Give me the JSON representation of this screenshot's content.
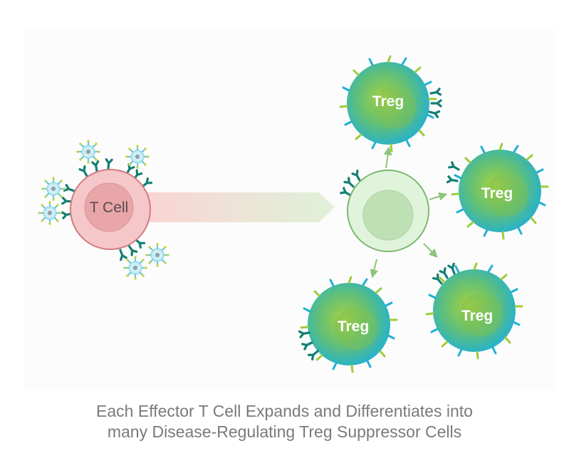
{
  "diagram": {
    "source_cell": {
      "label": "T Cell"
    },
    "treg_cells": [
      {
        "label": "Treg",
        "position": "top"
      },
      {
        "label": "Treg",
        "position": "right"
      },
      {
        "label": "Treg",
        "position": "bottom-right"
      },
      {
        "label": "Treg",
        "position": "bottom-left"
      }
    ]
  },
  "caption": {
    "line1": "Each Effector T Cell Expands and Differentiates into",
    "line2": "many Disease-Regulating Treg Suppressor Cells"
  },
  "colors": {
    "tcell_fill": "#f6c7c9",
    "tcell_stroke": "#d47b80",
    "tcell_nucleus": "#e8a6a9",
    "arrow_start": "#fbd3d3",
    "arrow_end": "#e1f0d9",
    "new_cell_fill": "#e0f4dc",
    "new_cell_stroke": "#7cb86f",
    "new_cell_nucleus": "#bfe0b5",
    "receptor": "#137f73",
    "treg_green": "#9ccc3a",
    "treg_blue": "#1fb0d6",
    "caption_text": "#7a7a7a"
  }
}
